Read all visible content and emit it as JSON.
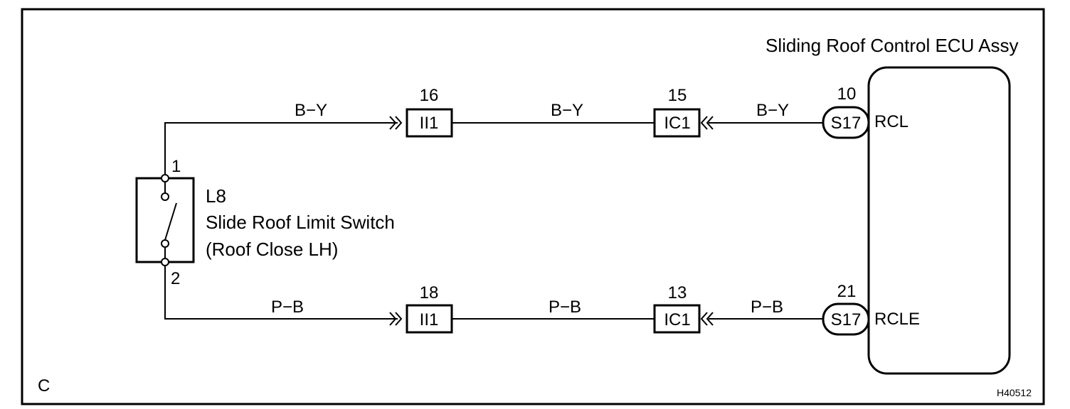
{
  "diagram": {
    "ecu_title": "Sliding Roof Control ECU Assy",
    "switch": {
      "code": "L8",
      "name": "Slide Roof Limit Switch",
      "sub": "(Roof Close LH)",
      "pin_top": "1",
      "pin_bottom": "2"
    },
    "top_circuit": {
      "wire_left": "B−Y",
      "wire_mid": "B−Y",
      "wire_right": "B−Y",
      "conn1_pin": "16",
      "conn1_name": "II1",
      "conn2_pin": "15",
      "conn2_name": "IC1",
      "ecu_pin": "10",
      "ecu_conn": "S17",
      "ecu_terminal": "RCL"
    },
    "bottom_circuit": {
      "wire_left": "P−B",
      "wire_mid": "P−B",
      "wire_right": "P−B",
      "conn1_pin": "18",
      "conn1_name": "II1",
      "conn2_pin": "13",
      "conn2_name": "IC1",
      "ecu_pin": "21",
      "ecu_conn": "S17",
      "ecu_terminal": "RCLE"
    },
    "corner_label": "C",
    "figure_id": "H40512"
  }
}
